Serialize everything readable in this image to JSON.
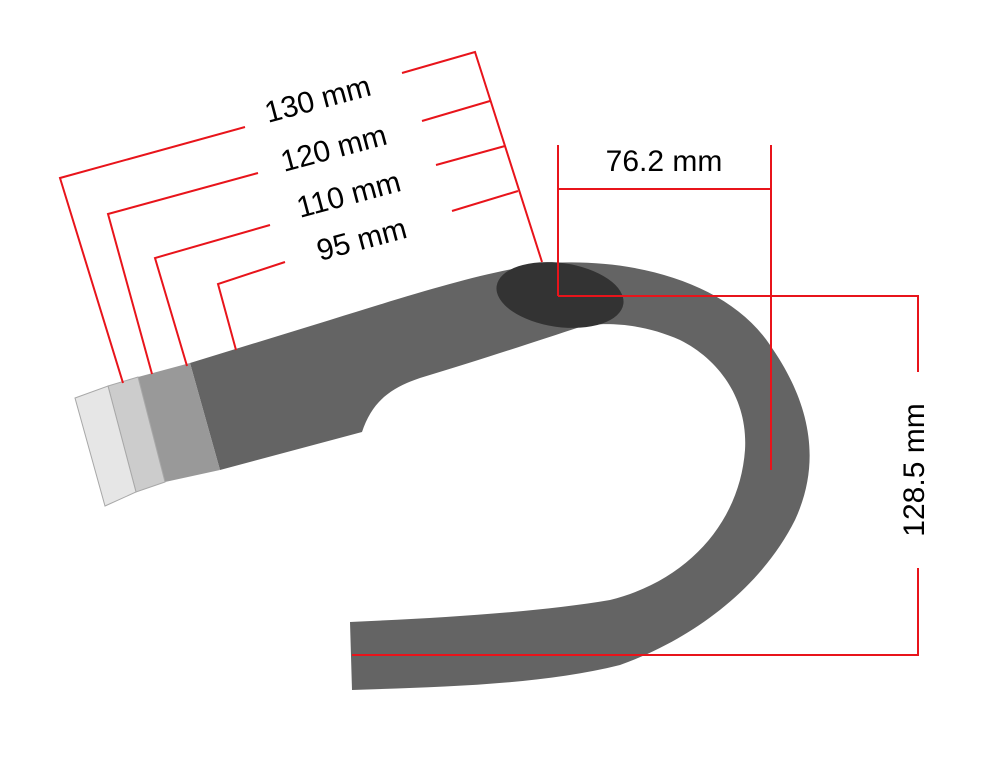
{
  "diagram": {
    "colors": {
      "bar_body": "#646464",
      "clamp_area": "#333333",
      "reach_band_4": "#999999",
      "reach_band_3": "#cccccc",
      "reach_band_2": "#e6e6e6",
      "dimension_lines": "#e8141b",
      "text": "#000000",
      "background": "#ffffff"
    },
    "labels": {
      "reach_130": "130 mm",
      "reach_120": "120 mm",
      "reach_110": "110 mm",
      "reach_95": "95 mm",
      "width_76": "76.2 mm",
      "drop_128": "128.5 mm"
    }
  }
}
